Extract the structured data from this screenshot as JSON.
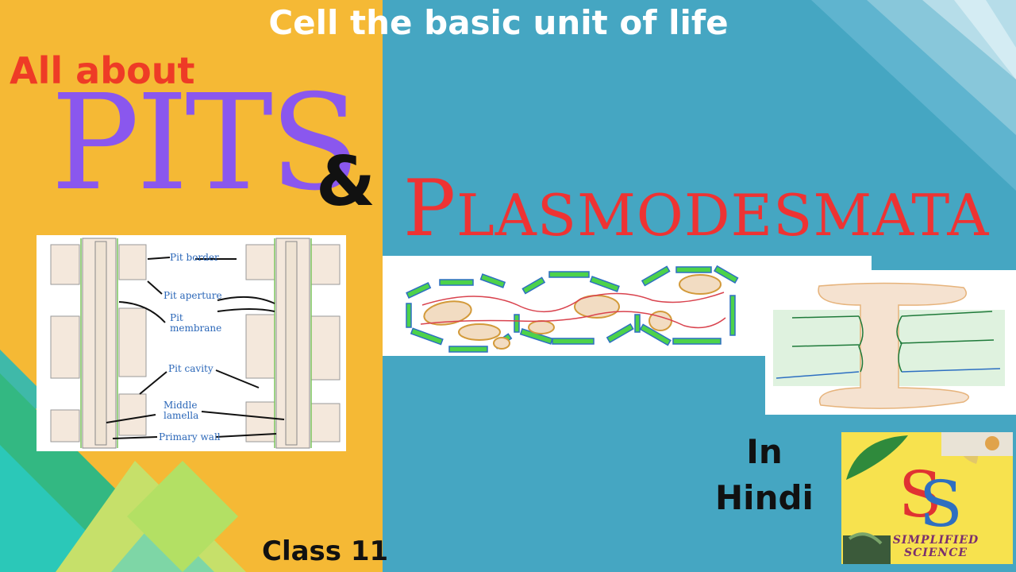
{
  "title": "Cell the basic unit of life",
  "heading": {
    "all_about": "All about",
    "pits": "PITS",
    "amp": "&",
    "plasmo_first": "P",
    "plasmo_rest": "LASMODESMATA"
  },
  "pit_diagram": {
    "labels": {
      "pit_border": "Pit border",
      "pit_aperture": "Pit aperture",
      "pit_membrane_1": "Pit",
      "pit_membrane_2": "membrane",
      "pit_cavity": "Pit cavity",
      "middle_lamella_1": "Middle",
      "middle_lamella_2": "lamella",
      "primary_wall": "Primary wall"
    }
  },
  "footer": {
    "class": "Class 11",
    "in": "In",
    "hindi": "Hindi"
  },
  "logo": {
    "letters": "SS",
    "text_1": "SIMPLIFIED",
    "text_2": "SCIENCE"
  },
  "colors": {
    "left_bg": "#f5b935",
    "right_bg": "#45a6c2",
    "title": "#ffffff",
    "all_about": "#ee3b26",
    "pits": "#8a57ee",
    "plasmodesmata": "#ee3333",
    "diagram_label": "#2b67b8"
  }
}
